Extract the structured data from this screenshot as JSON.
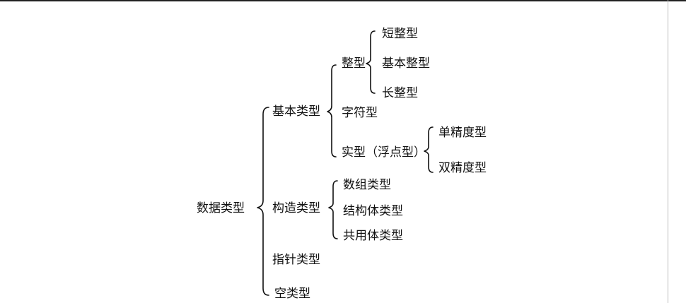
{
  "root": "数据类型",
  "basic": {
    "label": "基本类型",
    "integer": {
      "label": "整型",
      "items": [
        "短整型",
        "基本整型",
        "长整型"
      ]
    },
    "char": "字符型",
    "real": {
      "label": "实型（浮点型）",
      "items": [
        "单精度型",
        "双精度型"
      ]
    }
  },
  "constructed": {
    "label": "构造类型",
    "items": [
      "数组类型",
      "结构体类型",
      "共用体类型"
    ]
  },
  "pointer": "指针类型",
  "void": "空类型"
}
